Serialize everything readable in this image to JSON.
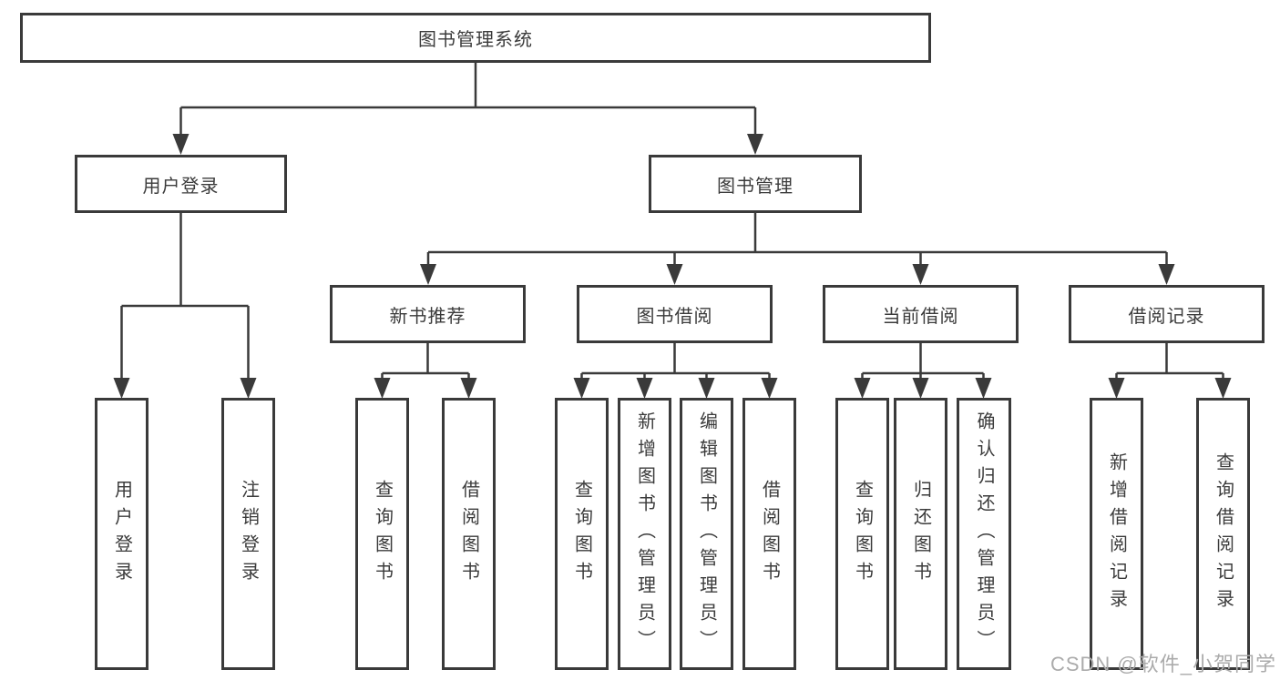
{
  "tree": {
    "root": "图书管理系统",
    "branches": [
      {
        "label": "用户登录",
        "leaves": [
          "用户登录",
          "注销登录"
        ]
      },
      {
        "label": "图书管理",
        "groups": [
          {
            "label": "新书推荐",
            "leaves": [
              "查询图书",
              "借阅图书"
            ]
          },
          {
            "label": "图书借阅",
            "leaves": [
              "查询图书",
              "新增图书（管理员）",
              "编辑图书（管理员）",
              "借阅图书"
            ]
          },
          {
            "label": "当前借阅",
            "leaves": [
              "查询图书",
              "归还图书",
              "确认归还（管理员）"
            ]
          },
          {
            "label": "借阅记录",
            "leaves": [
              "新增借阅记录",
              "查询借阅记录"
            ]
          }
        ]
      }
    ]
  },
  "watermark": {
    "text": "CSDN @软件_小贺同学"
  },
  "colors": {
    "line": "#3a3a3a",
    "box_border": "#3a3a3a",
    "box_background": "#ffffff",
    "text": "#3b3b3b",
    "watermark_text": "#ababab"
  }
}
